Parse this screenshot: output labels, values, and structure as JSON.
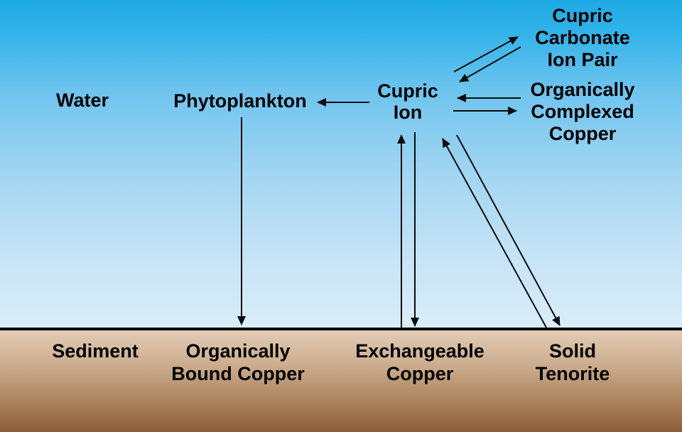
{
  "colors": {
    "water_top": "#1fa9e4",
    "water_bottom": "#d9edf9",
    "sediment_top": "#e3ccb6",
    "sediment_bottom": "#8a5e3c",
    "boundary_line": "#000000",
    "text": "#000000",
    "arrow": "#0b0b0b"
  },
  "regions": {
    "water_label": "Water",
    "sediment_label": "Sediment"
  },
  "nodes": {
    "phytoplankton": {
      "lines": [
        "Phytoplankton"
      ]
    },
    "cupric_ion": {
      "lines": [
        "Cupric",
        "Ion"
      ]
    },
    "cupric_carbonate_ion_pair": {
      "lines": [
        "Cupric",
        "Carbonate",
        "Ion Pair"
      ]
    },
    "organically_complexed_copper": {
      "lines": [
        "Organically",
        "Complexed",
        "Copper"
      ]
    },
    "organically_bound_copper": {
      "lines": [
        "Organically",
        "Bound Copper"
      ]
    },
    "exchangeable_copper": {
      "lines": [
        "Exchangeable",
        "Copper"
      ]
    },
    "solid_tenorite": {
      "lines": [
        "Solid",
        "Tenorite"
      ]
    }
  },
  "arrows": [
    {
      "from": "Cupric Ion",
      "to": "Phytoplankton"
    },
    {
      "from": "Cupric Ion",
      "to": "Cupric Carbonate Ion Pair"
    },
    {
      "from": "Cupric Carbonate Ion Pair",
      "to": "Cupric Ion"
    },
    {
      "from": "Organically Complexed Copper",
      "to": "Cupric Ion"
    },
    {
      "from": "Cupric Ion",
      "to": "Organically Complexed Copper"
    },
    {
      "from": "Exchangeable Copper",
      "to": "Cupric Ion"
    },
    {
      "from": "Cupric Ion",
      "to": "Exchangeable Copper"
    },
    {
      "from": "Solid Tenorite",
      "to": "Cupric Ion"
    },
    {
      "from": "Cupric Ion",
      "to": "Solid Tenorite"
    },
    {
      "from": "Phytoplankton",
      "to": "Organically Bound Copper"
    }
  ]
}
